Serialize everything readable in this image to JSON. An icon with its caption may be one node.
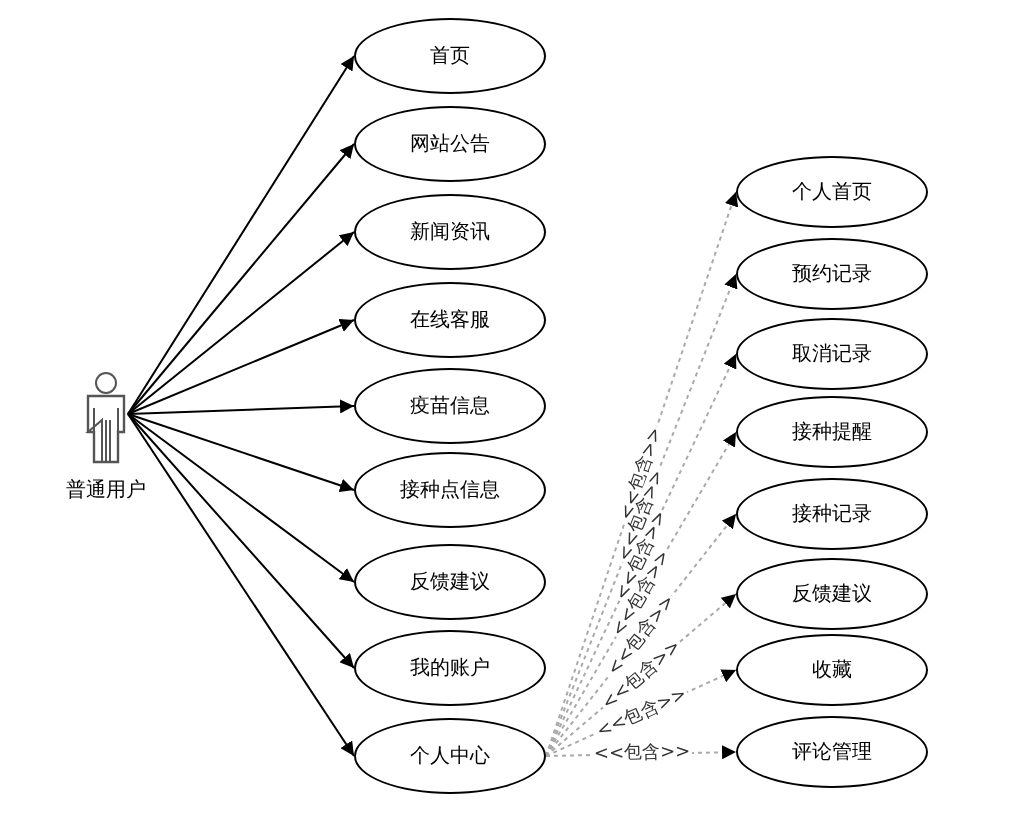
{
  "diagram": {
    "nodes": [
      {
        "text": [
          "普通用户"
        ]
      },
      {
        "text": [
          "首页"
        ]
      },
      {
        "text": [
          "网站公告"
        ]
      },
      {
        "text": [
          "新闻资讯"
        ]
      },
      {
        "text": [
          "在线客服"
        ]
      },
      {
        "text": [
          "疫苗信息"
        ]
      },
      {
        "text": [
          "接种点信息"
        ]
      },
      {
        "text": [
          "反馈建议"
        ]
      },
      {
        "text": [
          "我的账户"
        ]
      },
      {
        "text": [
          "个人中心"
        ]
      },
      {
        "text": [
          "个人首页"
        ]
      },
      {
        "text": [
          "预约记录"
        ]
      },
      {
        "text": [
          "取消记录"
        ]
      },
      {
        "text": [
          "接种提醒"
        ]
      },
      {
        "text": [
          "接种记录"
        ]
      },
      {
        "text": [
          "反馈建议"
        ]
      },
      {
        "text": [
          "收藏"
        ]
      },
      {
        "text": [
          "评论管理"
        ]
      }
    ],
    "edges": [
      {
        "from": 0,
        "to": 1,
        "arrow": "to"
      },
      {
        "from": 0,
        "to": 2,
        "arrow": "to"
      },
      {
        "from": 0,
        "to": 3,
        "arrow": "to"
      },
      {
        "from": 0,
        "to": 4,
        "arrow": "to"
      },
      {
        "from": 0,
        "to": 5,
        "arrow": "to"
      },
      {
        "from": 0,
        "to": 6,
        "arrow": "to"
      },
      {
        "from": 0,
        "to": 7,
        "arrow": "to"
      },
      {
        "from": 0,
        "to": 8,
        "arrow": "to"
      },
      {
        "from": 0,
        "to": 9,
        "arrow": "to"
      },
      {
        "from": 9,
        "to": 10,
        "arrow": "to",
        "label": "<<包含>>",
        "style": "dashed",
        "color": "#aaaaaa"
      },
      {
        "from": 9,
        "to": 11,
        "arrow": "to",
        "label": "<<包含>>",
        "style": "dashed",
        "color": "#aaaaaa"
      },
      {
        "from": 9,
        "to": 12,
        "arrow": "to",
        "label": "<<包含>>",
        "style": "dashed",
        "color": "#aaaaaa"
      },
      {
        "from": 9,
        "to": 13,
        "arrow": "to",
        "label": "<<包含>>",
        "style": "dashed",
        "color": "#aaaaaa"
      },
      {
        "from": 9,
        "to": 14,
        "arrow": "to",
        "label": "<<包含>>",
        "style": "dashed",
        "color": "#aaaaaa"
      },
      {
        "from": 9,
        "to": 15,
        "arrow": "to",
        "label": "<<包含>>",
        "style": "dashed",
        "color": "#aaaaaa"
      },
      {
        "from": 9,
        "to": 16,
        "arrow": "to",
        "label": "<<包含>>",
        "style": "dashed",
        "color": "#aaaaaa"
      },
      {
        "from": 9,
        "to": 17,
        "arrow": "to",
        "label": "<<包含>>",
        "style": "dashed",
        "color": "#aaaaaa"
      }
    ]
  }
}
